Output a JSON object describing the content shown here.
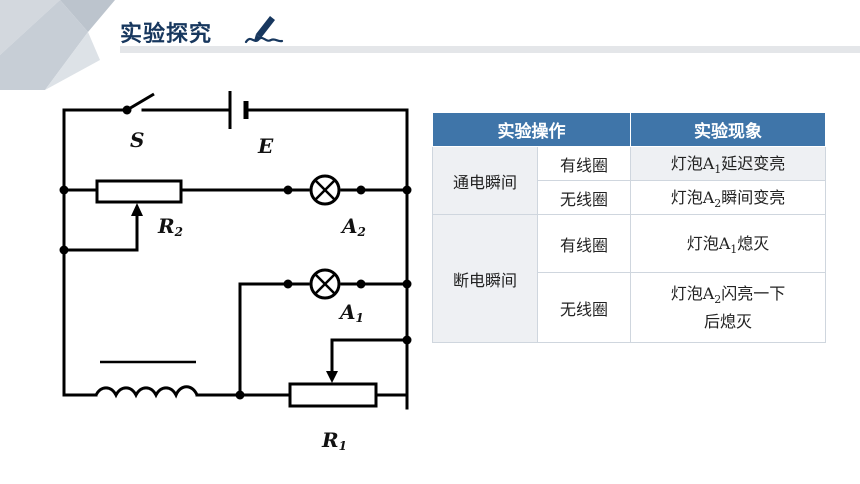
{
  "header": {
    "title": "实验探究",
    "icon": "pen-icon"
  },
  "circuit": {
    "labels": {
      "switch": "S",
      "source": "E",
      "rheostat2": {
        "main": "R",
        "sub": "2"
      },
      "lamp2": {
        "main": "A",
        "sub": "2"
      },
      "lamp1": {
        "main": "A",
        "sub": "1"
      },
      "rheostat1": {
        "main": "R",
        "sub": "1"
      }
    }
  },
  "table": {
    "headers": {
      "operation": "实验操作",
      "phenomenon": "实验现象"
    },
    "groups": [
      {
        "operation": "通电瞬间",
        "rows": [
          {
            "coil": "有线圈",
            "lamp_main": "灯泡A",
            "lamp_sub": "1",
            "result": "延迟变亮"
          },
          {
            "coil": "无线圈",
            "lamp_main": "灯泡A",
            "lamp_sub": "2",
            "result": "瞬间变亮"
          }
        ]
      },
      {
        "operation": "断电瞬间",
        "rows": [
          {
            "coil": "有线圈",
            "lamp_main": "灯泡A",
            "lamp_sub": "1",
            "result": "熄灭"
          },
          {
            "coil": "无线圈",
            "lamp_main": "灯泡A",
            "lamp_sub": "2",
            "result": "闪亮一下",
            "result2": "后熄灭"
          }
        ]
      }
    ]
  }
}
